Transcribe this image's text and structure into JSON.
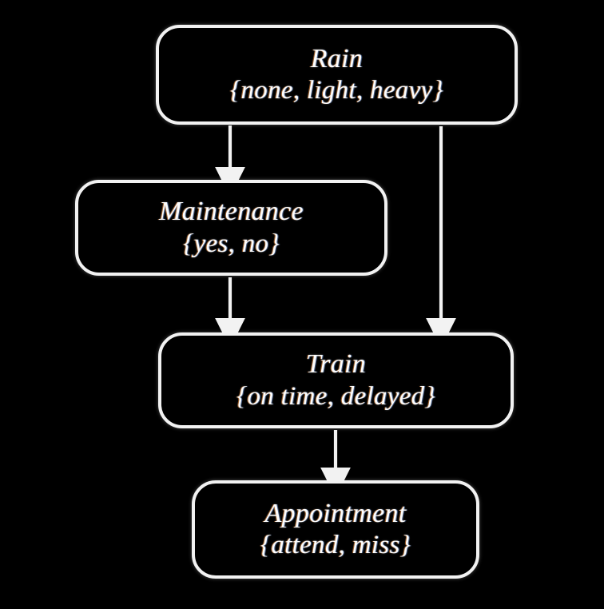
{
  "diagram": {
    "type": "bayesian-network",
    "background_color": "#000000",
    "stroke_color": "#f2f2f2",
    "text_color": "#fdfdfd",
    "nodes": [
      {
        "id": "rain",
        "title": "Rain",
        "states": "{none, light, heavy}",
        "state_list": [
          "none",
          "light",
          "heavy"
        ]
      },
      {
        "id": "maintenance",
        "title": "Maintenance",
        "states": "{yes, no}",
        "state_list": [
          "yes",
          "no"
        ]
      },
      {
        "id": "train",
        "title": "Train",
        "states": "{on time, delayed}",
        "state_list": [
          "on time",
          "delayed"
        ]
      },
      {
        "id": "appointment",
        "title": "Appointment",
        "states": "{attend, miss}",
        "state_list": [
          "attend",
          "miss"
        ]
      }
    ],
    "edges": [
      {
        "id": "rain-to-maintenance",
        "from": "rain",
        "to": "maintenance"
      },
      {
        "id": "rain-to-train",
        "from": "rain",
        "to": "train"
      },
      {
        "id": "maintenance-to-train",
        "from": "maintenance",
        "to": "train"
      },
      {
        "id": "train-to-appointment",
        "from": "train",
        "to": "appointment"
      }
    ]
  }
}
